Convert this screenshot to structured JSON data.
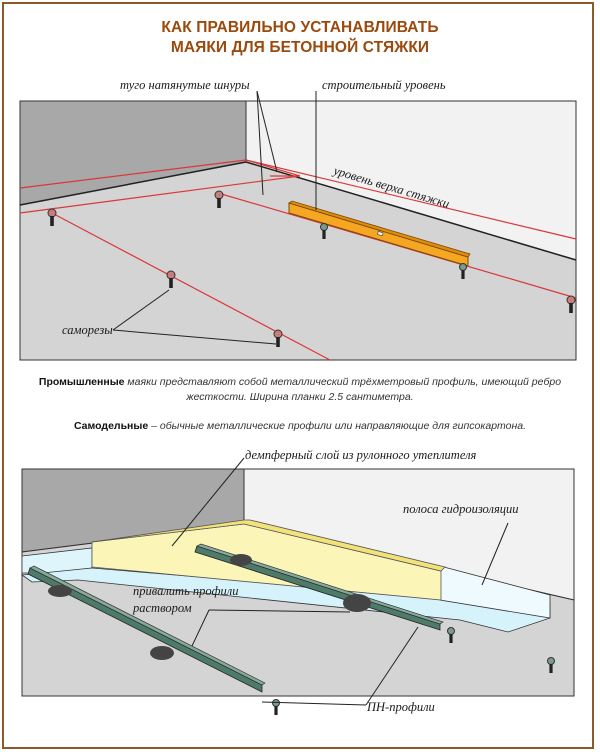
{
  "title": {
    "line1": "КАК ПРАВИЛЬНО УСТАНАВЛИВАТЬ",
    "line2": "МАЯКИ ДЛЯ БЕТОННОЙ СТЯЖКИ"
  },
  "diagram_top": {
    "labels": {
      "strings": "туго натянутые шнуры",
      "level_tool": "строительный уровень",
      "screed_top": "уровень верха стяжки",
      "screws": "саморезы"
    }
  },
  "notes": {
    "industrial_term": "Промышленные",
    "industrial_text_1": " маяки представляют собой металлический трёхметровый профиль, имеющий ребро",
    "industrial_text_2": "жесткости. Ширина планки 2.5 сантиметра.",
    "homemade_term": "Самодельные",
    "homemade_text": " – обычные металлические профили или направляющие для гипсокартона."
  },
  "diagram_bottom": {
    "labels": {
      "damper": "демпферный слой из рулонного утеплителя",
      "waterproofing": "полоса гидроизоляции",
      "mortar_line1": "привалить профили",
      "mortar_line2": "раствором",
      "profiles": "ПН-профили"
    }
  },
  "colors": {
    "frame": "#8b5a2b",
    "title": "#9a4a0c",
    "string_line": "#d9383a",
    "level_tool": "#f5a623",
    "damper": "#fbf5b8",
    "profile": "#4e7a6a",
    "waterproof": "#d6f2fb"
  }
}
